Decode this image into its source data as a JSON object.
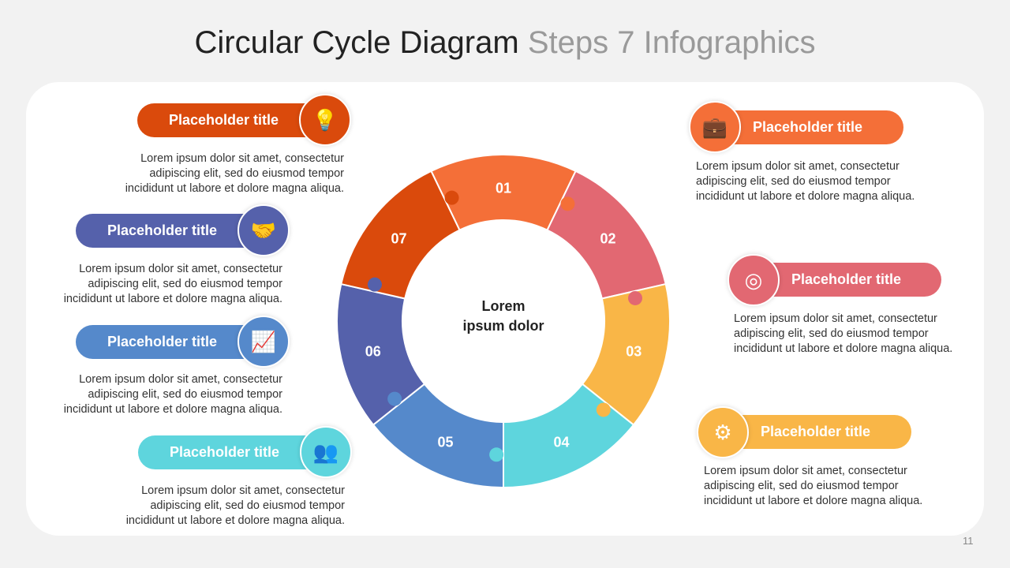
{
  "title": {
    "main": "Circular Cycle Diagram",
    "sub": "Steps 7 Infographics"
  },
  "center_text": {
    "line1": "Lorem",
    "line2": "ipsum dolor"
  },
  "segments": [
    {
      "label": "01",
      "color": "#F46F38"
    },
    {
      "label": "02",
      "color": "#E26872"
    },
    {
      "label": "03",
      "color": "#F9B647"
    },
    {
      "label": "04",
      "color": "#5ED5DD"
    },
    {
      "label": "05",
      "color": "#5589CB"
    },
    {
      "label": "06",
      "color": "#5561AB"
    },
    {
      "label": "07",
      "color": "#DA4A0C"
    }
  ],
  "steps": [
    {
      "title": "Placeholder title",
      "icon": "briefcase-gear-icon",
      "glyph": "💼",
      "text": [
        "Lorem ipsum dolor sit amet, consectetur",
        "adipiscing elit, sed do eiusmod tempor",
        "incididunt ut labore et dolore magna aliqua."
      ]
    },
    {
      "title": "Placeholder title",
      "icon": "target-icon",
      "glyph": "◎",
      "text": [
        "Lorem ipsum dolor sit amet, consectetur",
        "adipiscing elit, sed do eiusmod tempor",
        "incididunt ut labore et dolore magna aliqua."
      ]
    },
    {
      "title": "Placeholder title",
      "icon": "gears-icon",
      "glyph": "⚙",
      "text": [
        "Lorem ipsum dolor sit amet, consectetur",
        "adipiscing elit, sed do eiusmod tempor",
        "incididunt ut labore et dolore magna aliqua."
      ]
    },
    {
      "title": "Placeholder title",
      "icon": "users-icon",
      "glyph": "👥",
      "text": [
        "Lorem ipsum dolor sit amet, consectetur",
        "adipiscing elit, sed do eiusmod tempor",
        "incididunt ut labore et dolore magna aliqua."
      ]
    },
    {
      "title": "Placeholder title",
      "icon": "chart-icon",
      "glyph": "📈",
      "text": [
        "Lorem ipsum dolor sit amet, consectetur",
        "adipiscing elit, sed do eiusmod tempor",
        "incididunt ut labore et dolore magna aliqua."
      ]
    },
    {
      "title": "Placeholder title",
      "icon": "handshake-icon",
      "glyph": "🤝",
      "text": [
        "Lorem ipsum dolor sit amet, consectetur",
        "adipiscing elit, sed do eiusmod tempor",
        "incididunt ut labore et dolore magna aliqua."
      ]
    },
    {
      "title": "Placeholder title",
      "icon": "lightbulb-icon",
      "glyph": "💡",
      "text": [
        "Lorem ipsum dolor sit amet, consectetur",
        "adipiscing elit, sed do eiusmod tempor",
        "incididunt ut labore et dolore magna aliqua."
      ]
    }
  ],
  "page_number": "11"
}
